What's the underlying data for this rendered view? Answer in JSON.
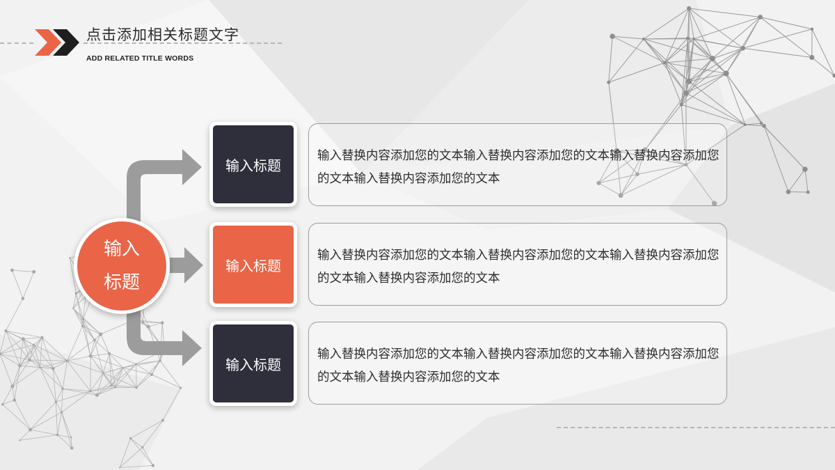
{
  "header": {
    "title": "点击添加相关标题文字",
    "subtitle": "ADD RELATED TITLE WORDS"
  },
  "center": {
    "line1": "输入",
    "line2": "标题"
  },
  "items": [
    {
      "title": "输入标题",
      "color": "#2e2f3b",
      "description": "输入替换内容添加您的文本输入替换内容添加您的文本输入替换内容添加您的文本输入替换内容添加您的文本"
    },
    {
      "title": "输入标题",
      "color": "#ea6447",
      "description": "输入替换内容添加您的文本输入替换内容添加您的文本输入替换内容添加您的文本输入替换内容添加您的文本"
    },
    {
      "title": "输入标题",
      "color": "#2e2f3b",
      "description": "输入替换内容添加您的文本输入替换内容添加您的文本输入替换内容添加您的文本输入替换内容添加您的文本"
    }
  ],
  "colors": {
    "accent": "#ea6447",
    "dark": "#2e2f3b",
    "connector": "#9c9c9c",
    "background": "#f1f1f1"
  },
  "icons": [
    "double-chevron-right-icon",
    "right-arrow-icon"
  ]
}
